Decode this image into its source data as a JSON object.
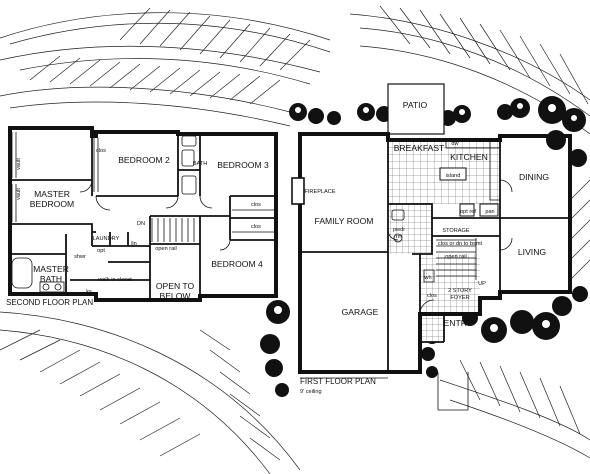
{
  "second_floor": {
    "caption": "SECOND FLOOR PLAN",
    "rooms": {
      "bedroom2": "BEDROOM 2",
      "bath": "BATH",
      "bedroom3": "BEDROOM 3",
      "master_bedroom_line1": "MASTER",
      "master_bedroom_line2": "BEDROOM",
      "bedroom4": "BEDROOM 4",
      "master_bath_line1": "MASTER",
      "master_bath_line2": "BATH",
      "open_below_line1": "OPEN TO",
      "open_below_line2": "BELOW"
    },
    "labels": {
      "clos_top": "clos",
      "vault_upper": "vault",
      "vault_lower": "vault",
      "clos_right_upper": "clos",
      "clos_right_lower": "clos",
      "dn": "DN",
      "laundry": "LAUNDRY",
      "opt": "opt",
      "lin": "lin",
      "shwr": "shwr",
      "open_rail": "open rail",
      "walk_in_closet": "walk-in closet",
      "ks": "ks"
    }
  },
  "first_floor": {
    "caption_line1": "FIRST FLOOR PLAN",
    "caption_line2": "9' ceiling",
    "rooms": {
      "patio": "PATIO",
      "breakfast": "BREAKFAST",
      "kitchen": "KITCHEN",
      "dining": "DINING",
      "family_room": "FAMILY ROOM",
      "living": "LIVING",
      "garage": "GARAGE",
      "entry": "ENTRY"
    },
    "labels": {
      "fireplace": "FIREPLACE",
      "dw": "dw",
      "island": "island",
      "opt_ref": "opt ref",
      "pan": "pan",
      "storage": "STORAGE",
      "clos_below": "clos or dn to bsmt",
      "pwdr": "pwdr",
      "rm": "rm",
      "open_rail": "open rail",
      "up": "UP",
      "two_story_line1": "2 STORY",
      "two_story_line2": "FOYER",
      "wh": "wh",
      "clos": "clos"
    }
  }
}
